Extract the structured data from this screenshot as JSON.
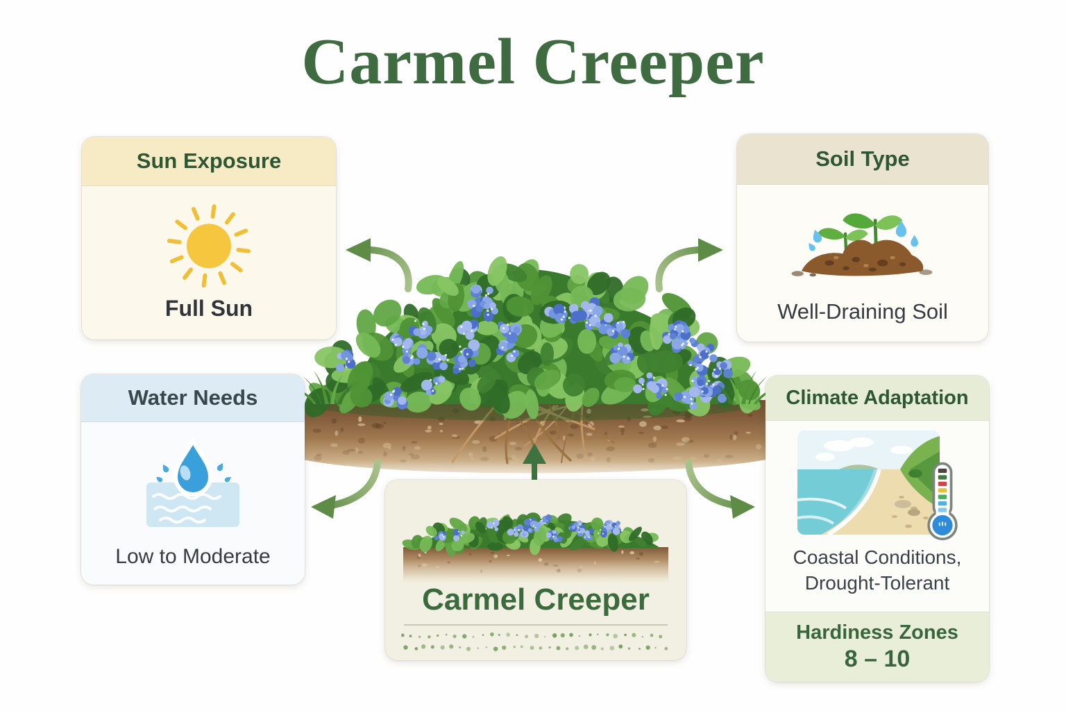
{
  "title": "Carmel Creeper",
  "cards": {
    "sun": {
      "header": "Sun Exposure",
      "value": "Full Sun",
      "icon": "sun-icon"
    },
    "soil": {
      "header": "Soil Type",
      "value": "Well-Draining Soil",
      "icon": "soil-sprouts-icon"
    },
    "water": {
      "header": "Water Needs",
      "value": "Low to Moderate",
      "icon": "water-drop-icon"
    },
    "climate": {
      "header": "Climate Adaptation",
      "value_line1": "Coastal Conditions,",
      "value_line2": "Drought-Tolerant",
      "zones_label": "Hardiness Zones",
      "zones_value": "8 – 10",
      "icons": [
        "coastline-icon",
        "thermometer-icon"
      ]
    }
  },
  "name_card": {
    "label": "Carmel Creeper",
    "illustration": "groundcover-strip-illustration"
  },
  "center_illustration": "carmel-creeper-shrub-with-roots",
  "arrows": [
    "arrow-to-sun-card",
    "arrow-to-soil-card",
    "arrow-to-water-card",
    "arrow-to-climate-card",
    "arrow-up-from-name-card"
  ],
  "colors": {
    "title_green": "#3e6b40",
    "header_green": "#2d5733",
    "sun_header_bg": "#f7ebc5",
    "soil_header_bg": "#eae3d0",
    "water_header_bg": "#ddecf4",
    "climate_header_bg": "#e7ecd6",
    "zones_bg": "#e9eed9",
    "name_card_bg": "#f2f0e2",
    "arrow_green": "#6f9852",
    "flower_blue": "#6487d6",
    "leaf_green": "#55993c",
    "soil_brown": "#8a6544",
    "sun_yellow": "#f6c73e",
    "water_blue": "#3aa0dc"
  }
}
